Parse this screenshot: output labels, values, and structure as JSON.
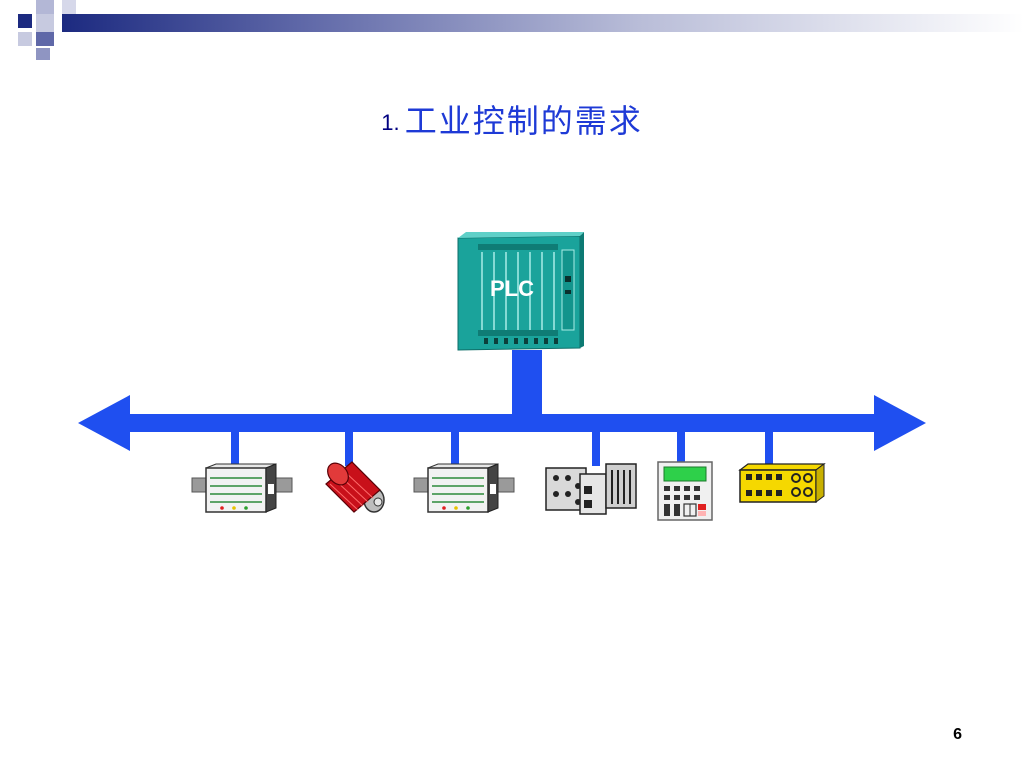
{
  "slide": {
    "title_number": "1.",
    "title_text": "工业控制的需求",
    "page_number": "6"
  },
  "colors": {
    "bus": "#1f4ff0",
    "plc_body": "#1aa39b",
    "title": "#1e3ad6",
    "header_dark": "#1c2a80"
  },
  "diagram": {
    "controller": {
      "label": "PLC"
    },
    "bus": {
      "type": "bidirectional-fieldbus"
    },
    "field_devices": [
      {
        "icon": "io-module-icon"
      },
      {
        "icon": "motor-icon"
      },
      {
        "icon": "io-module-icon"
      },
      {
        "icon": "modular-io-station-icon"
      },
      {
        "icon": "operator-panel-icon"
      },
      {
        "icon": "terminal-block-icon"
      }
    ]
  }
}
